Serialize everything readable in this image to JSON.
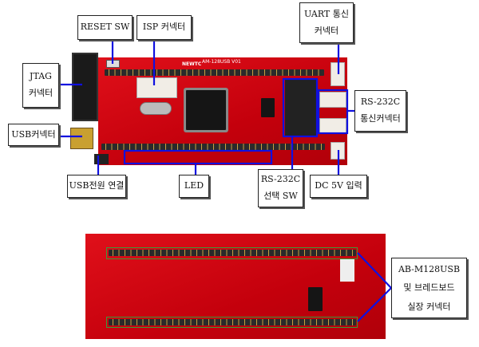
{
  "top_board": {
    "silkscreen": "AM-128USB V01",
    "brand": "NEWTC",
    "labels": {
      "reset_sw": "RESET SW",
      "isp": "ISP 커넥터",
      "uart": "UART 통신\n커넥터",
      "jtag": "JTAG\n커넥터",
      "rs232_conn": "RS-232C\n통신커넥터",
      "usb_conn": "USB커넥터",
      "usb_power": "USB전원 연결",
      "led": "LED",
      "rs232_sw": "RS-232C\n선택 SW",
      "dc5v": "DC 5V 입력"
    }
  },
  "bottom_board": {
    "labels": {
      "header": "AB-M128USB\n및 브레드보드\n실장 커넥터"
    }
  },
  "colors": {
    "callout_line": "#1010e0",
    "highlight_green": "#3a9a3a",
    "pcb": "#d00010"
  }
}
